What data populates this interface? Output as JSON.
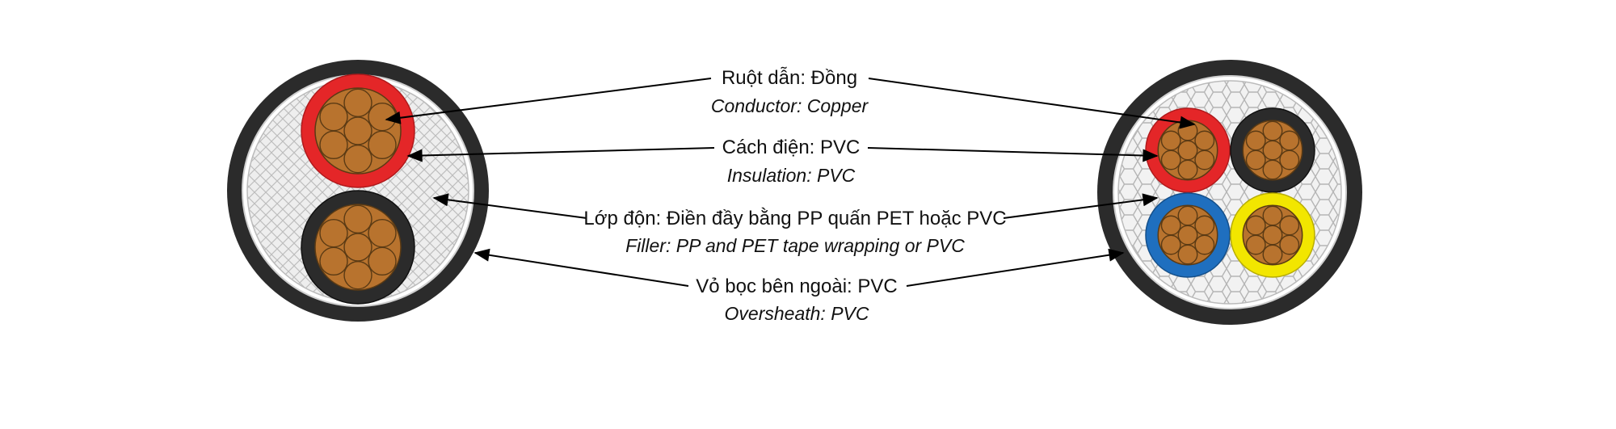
{
  "labels": [
    {
      "id": "conductor",
      "vi": "Ruột dẫn: Đồng",
      "en": "Conductor: Copper"
    },
    {
      "id": "insulation",
      "vi": "Cách điện: PVC",
      "en": "Insulation: PVC"
    },
    {
      "id": "filler",
      "vi": "Lớp độn: Điền đầy bằng PP quấn PET hoặc PVC",
      "en": "Filler: PP and PET tape wrapping or PVC"
    },
    {
      "id": "oversheath",
      "vi": "Vỏ bọc bên ngoài: PVC",
      "en": "Oversheath: PVC"
    }
  ],
  "colors": {
    "sheath": "#2b2b2b",
    "filler": "#e9e9e9",
    "copper": "#b8732e",
    "copper_stroke": "#5a3a14",
    "core_red": "#e42628",
    "core_black": "#2b2b2b",
    "core_blue": "#1f6fbf",
    "core_yellow": "#f2e600",
    "arrow": "#000000"
  },
  "cables": [
    {
      "id": "two-core",
      "cores": [
        "red",
        "black"
      ]
    },
    {
      "id": "four-core",
      "cores": [
        "red",
        "black",
        "blue",
        "yellow"
      ]
    }
  ]
}
